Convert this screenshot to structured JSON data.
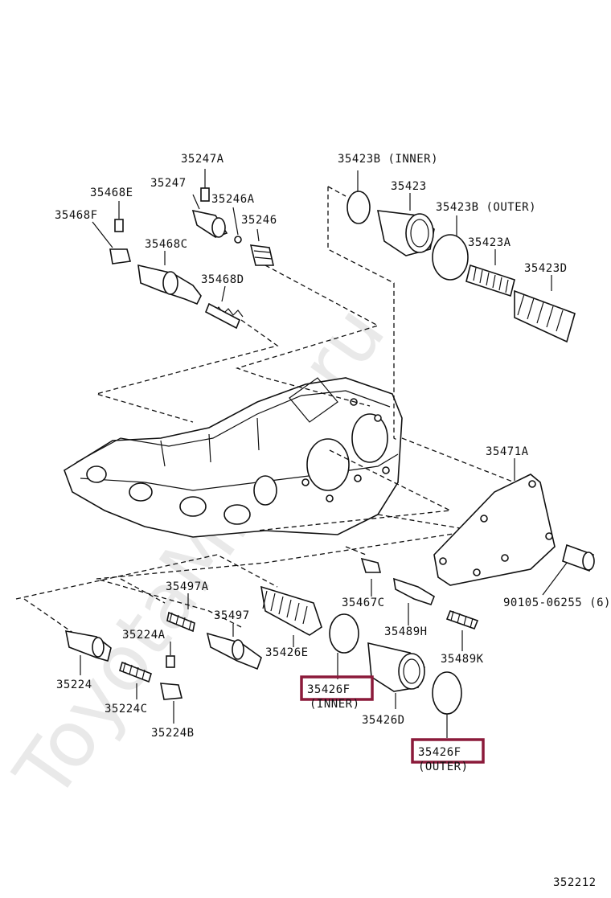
{
  "watermark": "ToyotaMirror.ru",
  "diagram_id": "352212",
  "labels": {
    "p35247A": "35247A",
    "p35247": "35247",
    "p35246A": "35246A",
    "p35246": "35246",
    "p35468E": "35468E",
    "p35468F": "35468F",
    "p35468C": "35468C",
    "p35468D": "35468D",
    "p35423B_inner": "35423B (INNER)",
    "p35423": "35423",
    "p35423B_outer": "35423B (OUTER)",
    "p35423A": "35423A",
    "p35423D": "35423D",
    "p35471A": "35471A",
    "p90105": "90105-06255 (6)",
    "p35497A": "35497A",
    "p35497": "35497",
    "p35426E": "35426E",
    "p35467C": "35467C",
    "p35489H": "35489H",
    "p35489K": "35489K",
    "p35224A": "35224A",
    "p35224": "35224",
    "p35224C": "35224C",
    "p35224B": "35224B",
    "p35426D": "35426D",
    "p35426F_inner": "35426F",
    "p35426F_inner_sub": "(INNER)",
    "p35426F_outer": "35426F",
    "p35426F_outer_sub": "(OUTER)"
  },
  "colors": {
    "highlight": "#8b1a3a",
    "line": "#111111",
    "watermark": "#e9e9e9"
  }
}
